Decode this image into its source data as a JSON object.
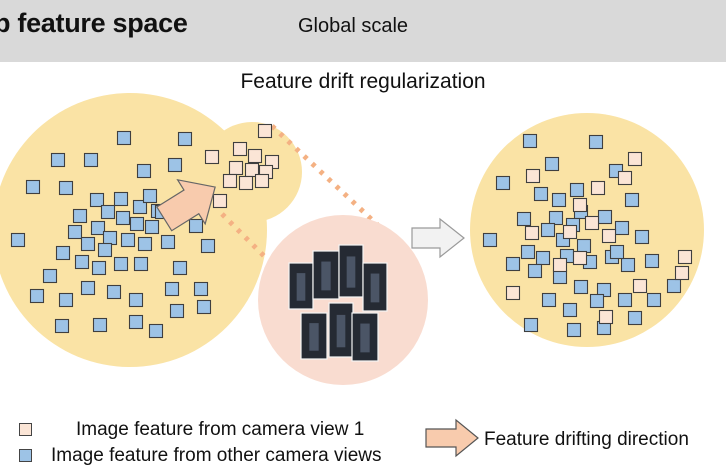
{
  "header": {
    "title": "p feature space",
    "subtitle": "Global scale"
  },
  "section_title": "Feature drift regularization",
  "legend": {
    "camera_view_1": "Image feature from camera view 1",
    "other_views": "Image feature from other camera views",
    "drift_direction": "Feature drifting direction"
  },
  "colors": {
    "header_bg": "#d9d9d9",
    "cluster_fill": "#fae3a5",
    "person_circle": "#f9dcd0",
    "other_view_fill": "#9dc3e6",
    "camera1_fill": "#fbe5d6",
    "square_border": "#3f3f3f",
    "drift_arrow": "#f8cbad",
    "transition_arrow": "#f2f2f2"
  }
}
